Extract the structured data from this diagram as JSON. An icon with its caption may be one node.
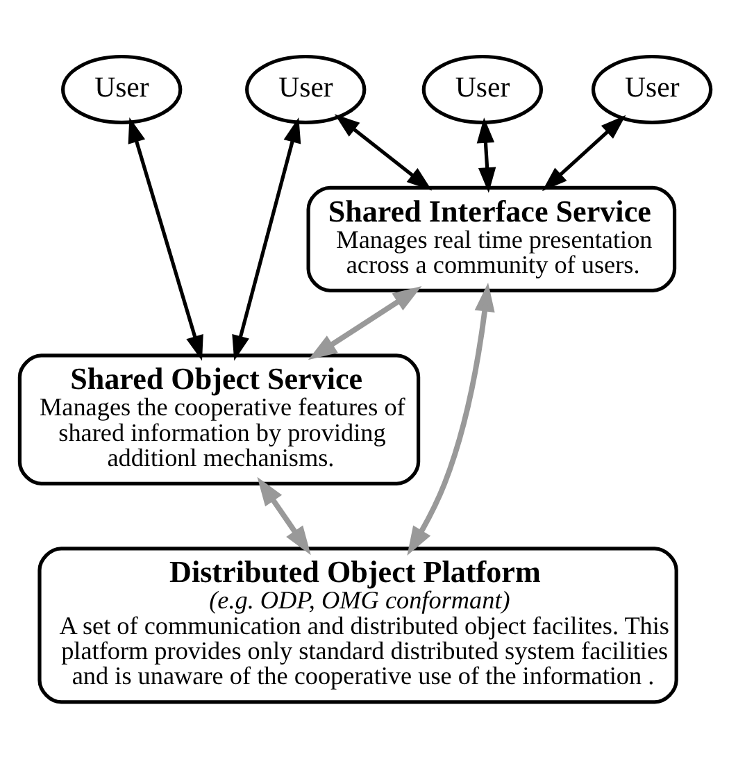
{
  "diagram": {
    "nodes": [
      {
        "text": [
          "User"
        ]
      },
      {
        "text": [
          "User"
        ]
      },
      {
        "text": [
          "User"
        ]
      },
      {
        "text": [
          "User"
        ]
      },
      {
        "text": [
          "Shared Interface Service",
          "Manages real time presentation across a community of users."
        ]
      },
      {
        "text": [
          "Shared Object Service",
          "Manages the cooperative features of shared information by providing additionl mechanisms."
        ]
      },
      {
        "text": [
          "Distributed Object Platform",
          "(e.g. ODP, OMG conformant)",
          "A set of communication and distributed object facilites. This platform provides only standard distributed system facilities and is unaware of the cooperative use of the information ."
        ]
      }
    ],
    "edges": [
      {
        "from": 0,
        "to": 4,
        "arrow": "both"
      },
      {
        "from": 1,
        "to": 4,
        "arrow": "both"
      },
      {
        "from": 2,
        "to": 4,
        "arrow": "both"
      },
      {
        "from": 2,
        "to": 5,
        "arrow": "both"
      },
      {
        "from": 3,
        "to": 5,
        "arrow": "both"
      },
      {
        "from": 4,
        "to": 6,
        "arrow": "both",
        "color": "#999999"
      },
      {
        "from": 4,
        "to": 5,
        "arrow": "both",
        "color": "#999999"
      },
      {
        "from": 5,
        "to": 6,
        "arrow": "both",
        "color": "#999999"
      }
    ]
  }
}
